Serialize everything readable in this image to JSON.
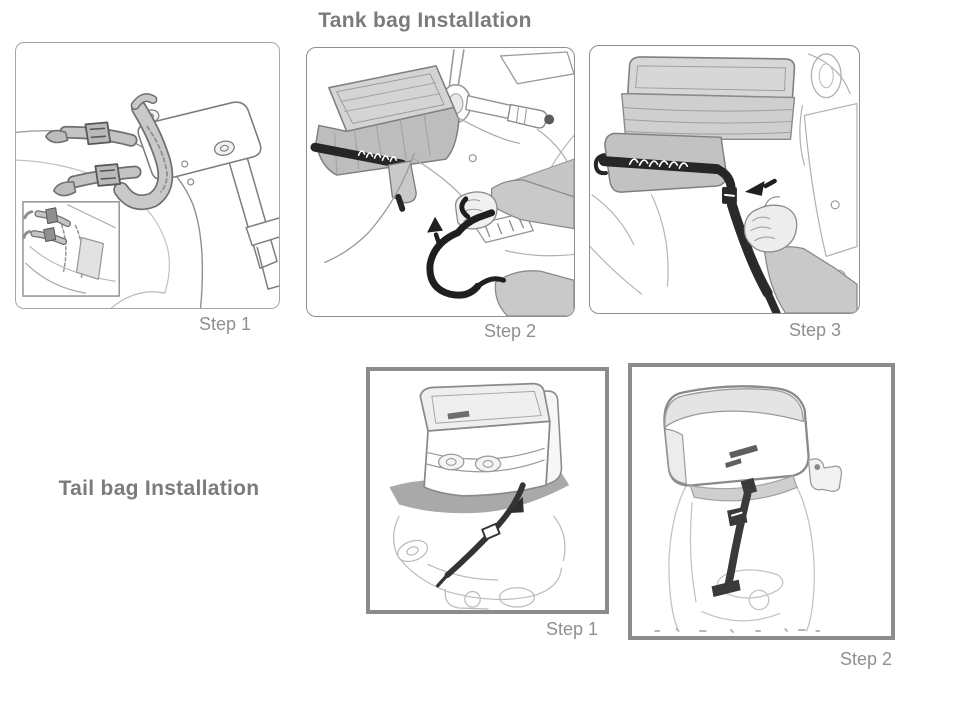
{
  "page": {
    "background": "#ffffff",
    "kind": "instruction-manual-page"
  },
  "colors": {
    "title_text": "#7b7b7b",
    "step_label_text": "#8f8f8f",
    "panel_border_round": "#8f8f8f",
    "panel_border_square": "#8c8c8c",
    "outline_gray": "#8a8a8a",
    "outline_faint": "#bdbdbd",
    "bag_fill_light": "#d4d4d4",
    "bag_fill_mid": "#bdbdbd",
    "strap_dark": "#262626",
    "shadow_gray": "#a9a9a9"
  },
  "sections": [
    {
      "id": "tank-bag",
      "title": "Tank bag Installation",
      "steps": [
        {
          "label": "Step 1",
          "illustration": "straps-attached-to-steering-frame-with-inset-detail"
        },
        {
          "label": "Step 2",
          "illustration": "hand-pulling-strap-under-tank"
        },
        {
          "label": "Step 3",
          "illustration": "hand-fastening-side-buckle-with-arrow"
        }
      ]
    },
    {
      "id": "tail-bag",
      "title": "Tail bag Installation",
      "steps": [
        {
          "label": "Step 1",
          "illustration": "tail-bag-on-seat-strap-routed-down"
        },
        {
          "label": "Step 2",
          "illustration": "tail-bag-rear-view-strap-buckled-to-seat"
        }
      ]
    }
  ]
}
